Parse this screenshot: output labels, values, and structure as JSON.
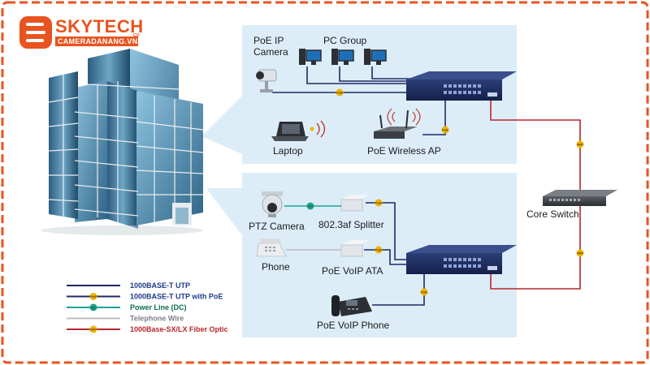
{
  "brand": {
    "name": "SKYTECH",
    "superscript": "CO",
    "url": "CAMERADANANG.VN",
    "color": "#e8531f"
  },
  "devices": {
    "ip_camera": "PoE IP\nCamera",
    "pc_group": "PC Group",
    "laptop": "Laptop",
    "wireless_ap": "PoE Wireless AP",
    "ptz_camera": "PTZ Camera",
    "splitter": "802.3af Splitter",
    "phone": "Phone",
    "voip_ata": "PoE VoIP ATA",
    "voip_phone": "PoE VoIP Phone",
    "core_switch": "Core Switch"
  },
  "badges": {
    "poe": "PoE",
    "dc": "DC",
    "fiber": "SFP"
  },
  "legend": [
    {
      "label": "1000BASE-T UTP",
      "color": "#1f2a66",
      "badge": "",
      "text_color": "#1f3a8a"
    },
    {
      "label": "1000BASE-T UTP with PoE",
      "color": "#1f2a66",
      "badge": "poe",
      "text_color": "#1f3a8a"
    },
    {
      "label": "Power Line (DC)",
      "color": "#1aa39a",
      "badge": "dc",
      "text_color": "#0a6f4a"
    },
    {
      "label": "Telephone Wire",
      "color": "#b9bdc4",
      "badge": "",
      "text_color": "#7a7f88"
    },
    {
      "label": "1000Base-SX/LX Fiber Optic",
      "color": "#b8262b",
      "badge": "fiber",
      "text_color": "#b8262b"
    }
  ],
  "colors": {
    "frame": "#e8531f",
    "panel": "#dcedf8",
    "utp": "#1f2a66",
    "dc": "#1aa39a",
    "phone_wire": "#b9bdc4",
    "fiber": "#b8262b",
    "badge": "#f0b400"
  }
}
